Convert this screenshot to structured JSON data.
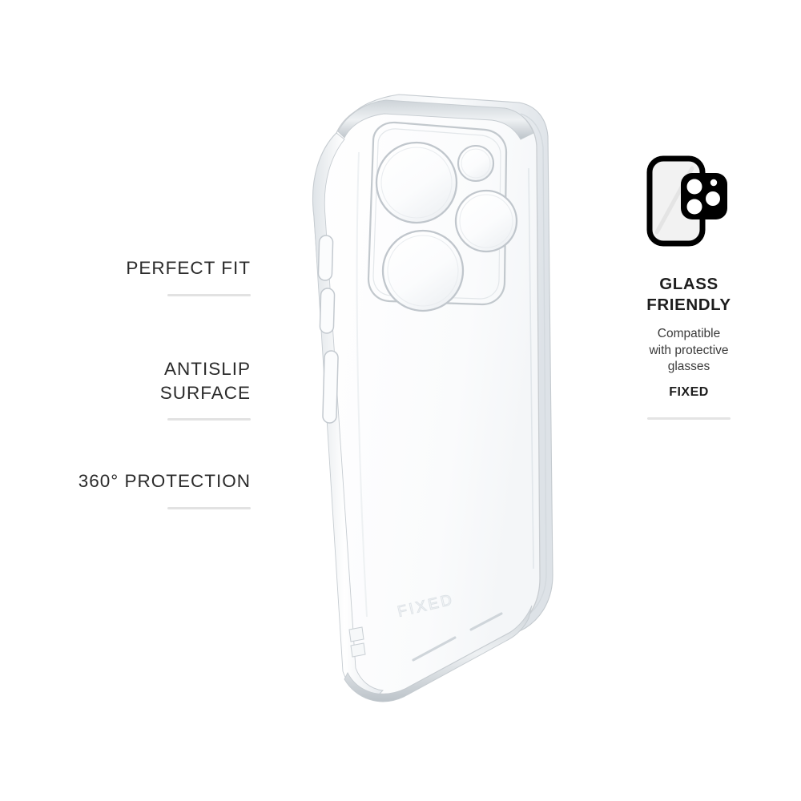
{
  "page": {
    "background_color": "#ffffff",
    "product_name": "FIXED transparent TPU phone case",
    "brand": "FIXED"
  },
  "features": {
    "items": [
      {
        "label": "PERFECT FIT",
        "divider": true
      },
      {
        "label": "ANTISLIP\nSURFACE",
        "divider": true
      },
      {
        "label": "360° PROTECTION",
        "divider": true
      }
    ]
  },
  "badge": {
    "icon_name": "glass-friendly-icon",
    "title": "GLASS\nFRIENDLY",
    "subtitle": "Compatible\nwith protective\nglasses",
    "brand": "FIXED",
    "divider": true
  },
  "product": {
    "emboss_logo": "FIXED",
    "camera_cutout": {
      "shape": "rounded-square",
      "lens_count": 4
    },
    "side_buttons": 3
  },
  "colors": {
    "text_primary": "#2b2b2b",
    "text_title": "#1d1d1d",
    "text_sub": "#3a3a3a",
    "divider": "#e2e2e2",
    "icon_black": "#000000",
    "icon_fill": "#f2f2f2",
    "case_outline": "#c9cdd1"
  }
}
